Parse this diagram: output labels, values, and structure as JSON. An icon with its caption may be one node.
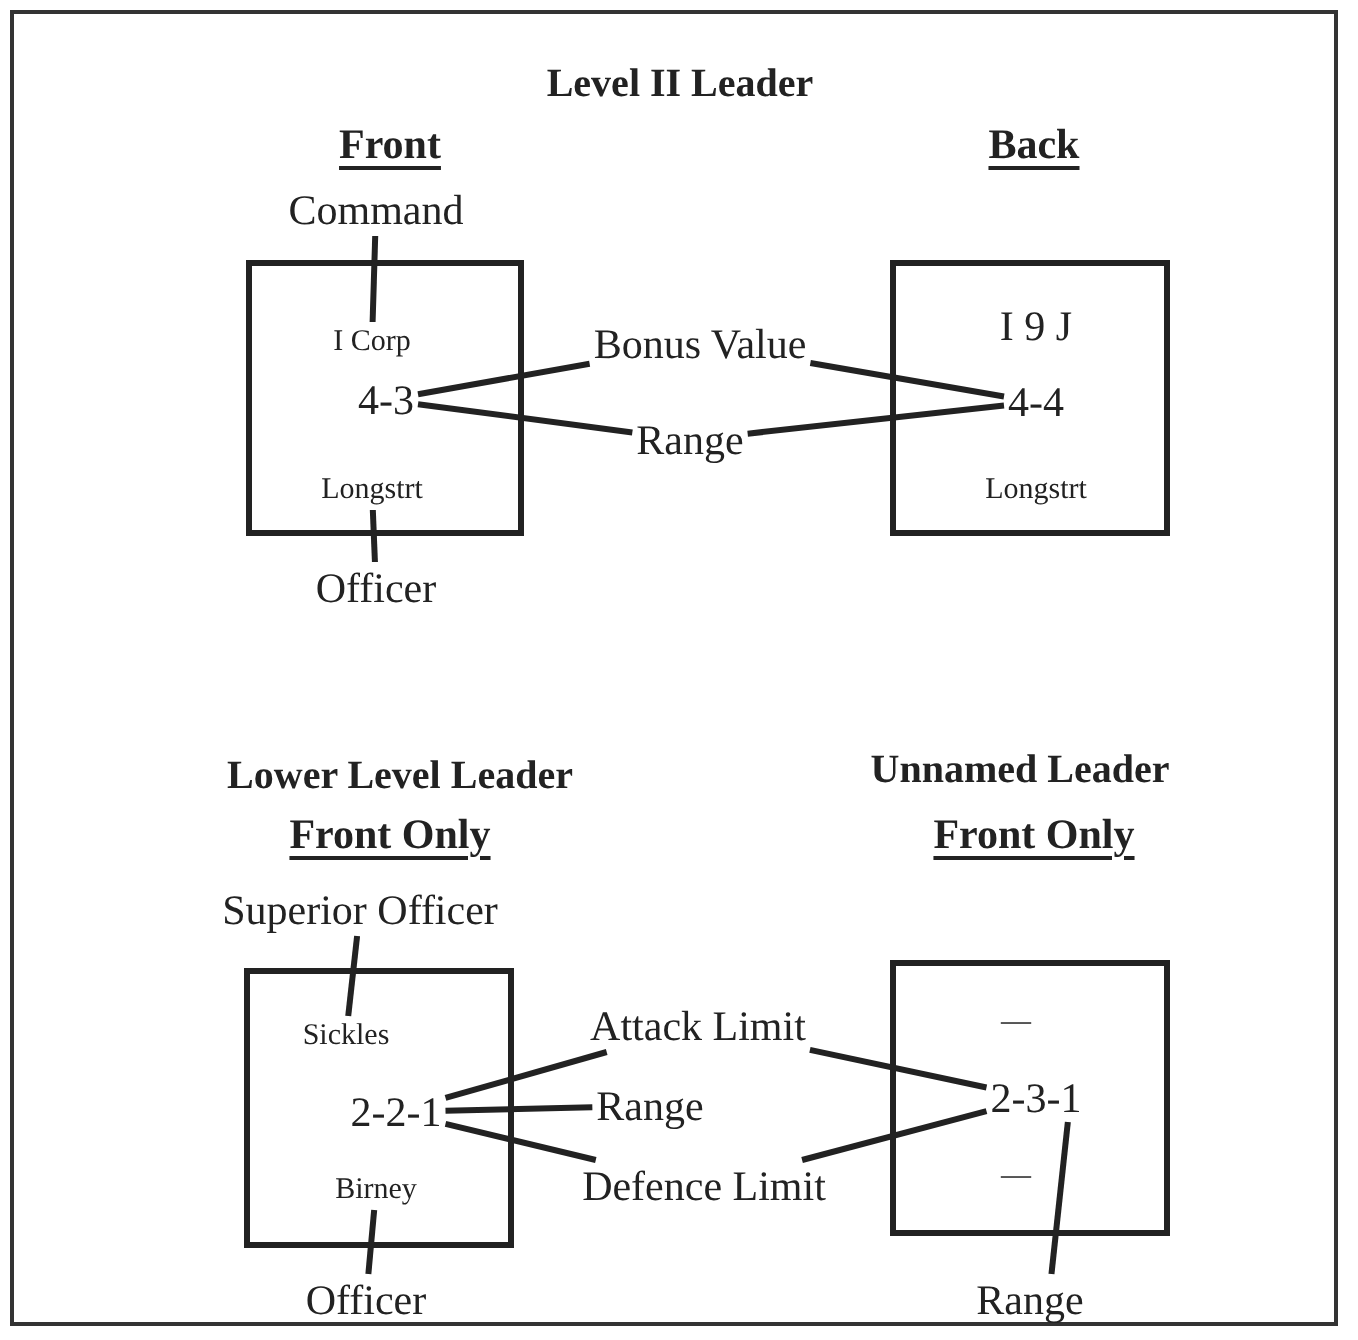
{
  "diagram": {
    "nodes": [
      {
        "text": [
          "Front"
        ]
      },
      {
        "text": [
          "I Corp"
        ],
        "in": 0
      },
      {
        "text": [
          "4-3"
        ],
        "in": 0
      },
      {
        "text": [
          "Longstrt"
        ],
        "in": 0
      },
      {
        "text": [
          "Back"
        ]
      },
      {
        "text": [
          "I 9 J"
        ],
        "in": 4
      },
      {
        "text": [
          "4-4"
        ],
        "in": 4
      },
      {
        "text": [
          "Longstrt"
        ],
        "in": 4
      },
      {
        "text": [
          "Command"
        ]
      },
      {
        "text": [
          "Officer"
        ]
      },
      {
        "text": [
          "Bonus Value"
        ]
      },
      {
        "text": [
          "Range"
        ]
      },
      {
        "text": [
          "Front Only"
        ]
      },
      {
        "text": [
          "Sickles"
        ],
        "in": 12
      },
      {
        "text": [
          "2-2-1"
        ],
        "in": 12
      },
      {
        "text": [
          "Birney"
        ],
        "in": 12
      },
      {
        "text": [
          "Front Only"
        ]
      },
      {
        "text": [
          "—"
        ],
        "in": 16
      },
      {
        "text": [
          "2-3-1"
        ],
        "in": 16
      },
      {
        "text": [
          "—"
        ],
        "in": 16
      },
      {
        "text": [
          "Superior Officer"
        ]
      },
      {
        "text": [
          "Officer"
        ]
      },
      {
        "text": [
          "Attack Limit"
        ]
      },
      {
        "text": [
          "Range"
        ]
      },
      {
        "text": [
          "Defence Limit"
        ]
      },
      {
        "text": [
          "Range"
        ]
      }
    ],
    "edges": [
      {
        "from": 8,
        "to": 1,
        "arrow": "none"
      },
      {
        "from": 9,
        "to": 3,
        "arrow": "none"
      },
      {
        "from": 10,
        "to": 2,
        "arrow": "none"
      },
      {
        "from": 10,
        "to": 6,
        "arrow": "none"
      },
      {
        "from": 11,
        "to": 2,
        "arrow": "none"
      },
      {
        "from": 11,
        "to": 6,
        "arrow": "none"
      },
      {
        "from": 20,
        "to": 13,
        "arrow": "none"
      },
      {
        "from": 21,
        "to": 15,
        "arrow": "none"
      },
      {
        "from": 22,
        "to": 14,
        "arrow": "none"
      },
      {
        "from": 22,
        "to": 18,
        "arrow": "none"
      },
      {
        "from": 23,
        "to": 14,
        "arrow": "none"
      },
      {
        "from": 24,
        "to": 14,
        "arrow": "none"
      },
      {
        "from": 24,
        "to": 18,
        "arrow": "none"
      },
      {
        "from": 25,
        "to": 18,
        "arrow": "none"
      }
    ],
    "labels": [
      "Level II Leader",
      "Lower Level Leader",
      "Unnamed Leader"
    ]
  }
}
